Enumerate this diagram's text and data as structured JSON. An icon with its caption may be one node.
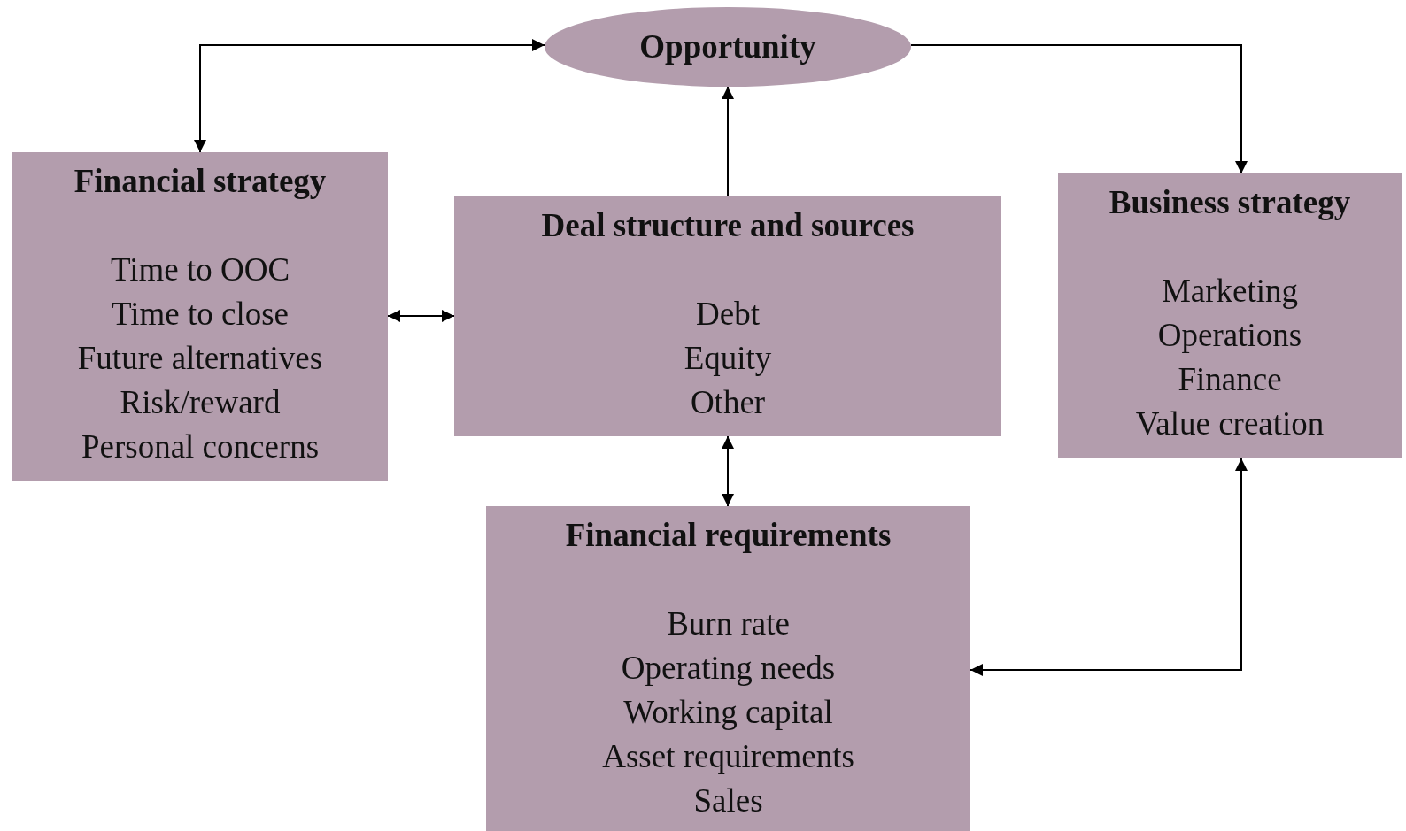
{
  "diagram": {
    "nodes": [
      {
        "text": [
          "Opportunity"
        ]
      },
      {
        "text": [
          "Financial strategy",
          "Time to OOC",
          "Time to close",
          "Future alternatives",
          "Risk/reward",
          "Personal concerns"
        ]
      },
      {
        "text": [
          "Deal structure and sources",
          "Debt",
          "Equity",
          "Other"
        ]
      },
      {
        "text": [
          "Business strategy",
          "Marketing",
          "Operations",
          "Finance",
          "Value creation"
        ]
      },
      {
        "text": [
          "Financial requirements",
          "Burn rate",
          "Operating needs",
          "Working capital",
          "Asset requirements",
          "Sales"
        ]
      }
    ],
    "edges": [
      {
        "from": 1,
        "to": 0,
        "arrow": "both"
      },
      {
        "from": 0,
        "to": 3,
        "arrow": "to"
      },
      {
        "from": 2,
        "to": 0,
        "arrow": "to"
      },
      {
        "from": 1,
        "to": 2,
        "arrow": "both"
      },
      {
        "from": 2,
        "to": 4,
        "arrow": "both"
      },
      {
        "from": 3,
        "to": 4,
        "arrow": "both"
      }
    ]
  }
}
